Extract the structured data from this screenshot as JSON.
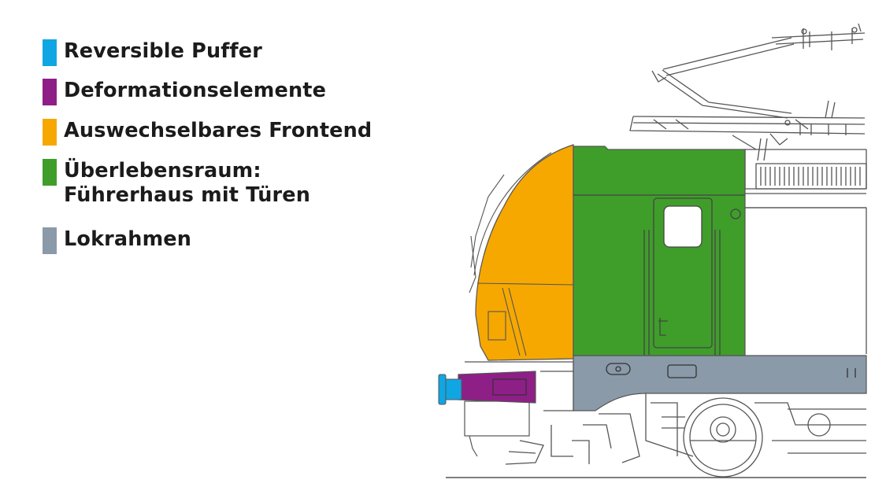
{
  "legend": {
    "items": [
      {
        "label": "Reversible Puffer",
        "color": "#10a6e3"
      },
      {
        "label": "Deformationselemente",
        "color": "#8e1f87"
      },
      {
        "label": "Auswechselbares Frontend",
        "color": "#f6a800"
      },
      {
        "label_line1": "Überlebensraum:",
        "label_line2": "Führerhaus mit Türen",
        "color": "#3f9e2a"
      },
      {
        "label": "Lokrahmen",
        "color": "#8a9aa9"
      }
    ]
  }
}
